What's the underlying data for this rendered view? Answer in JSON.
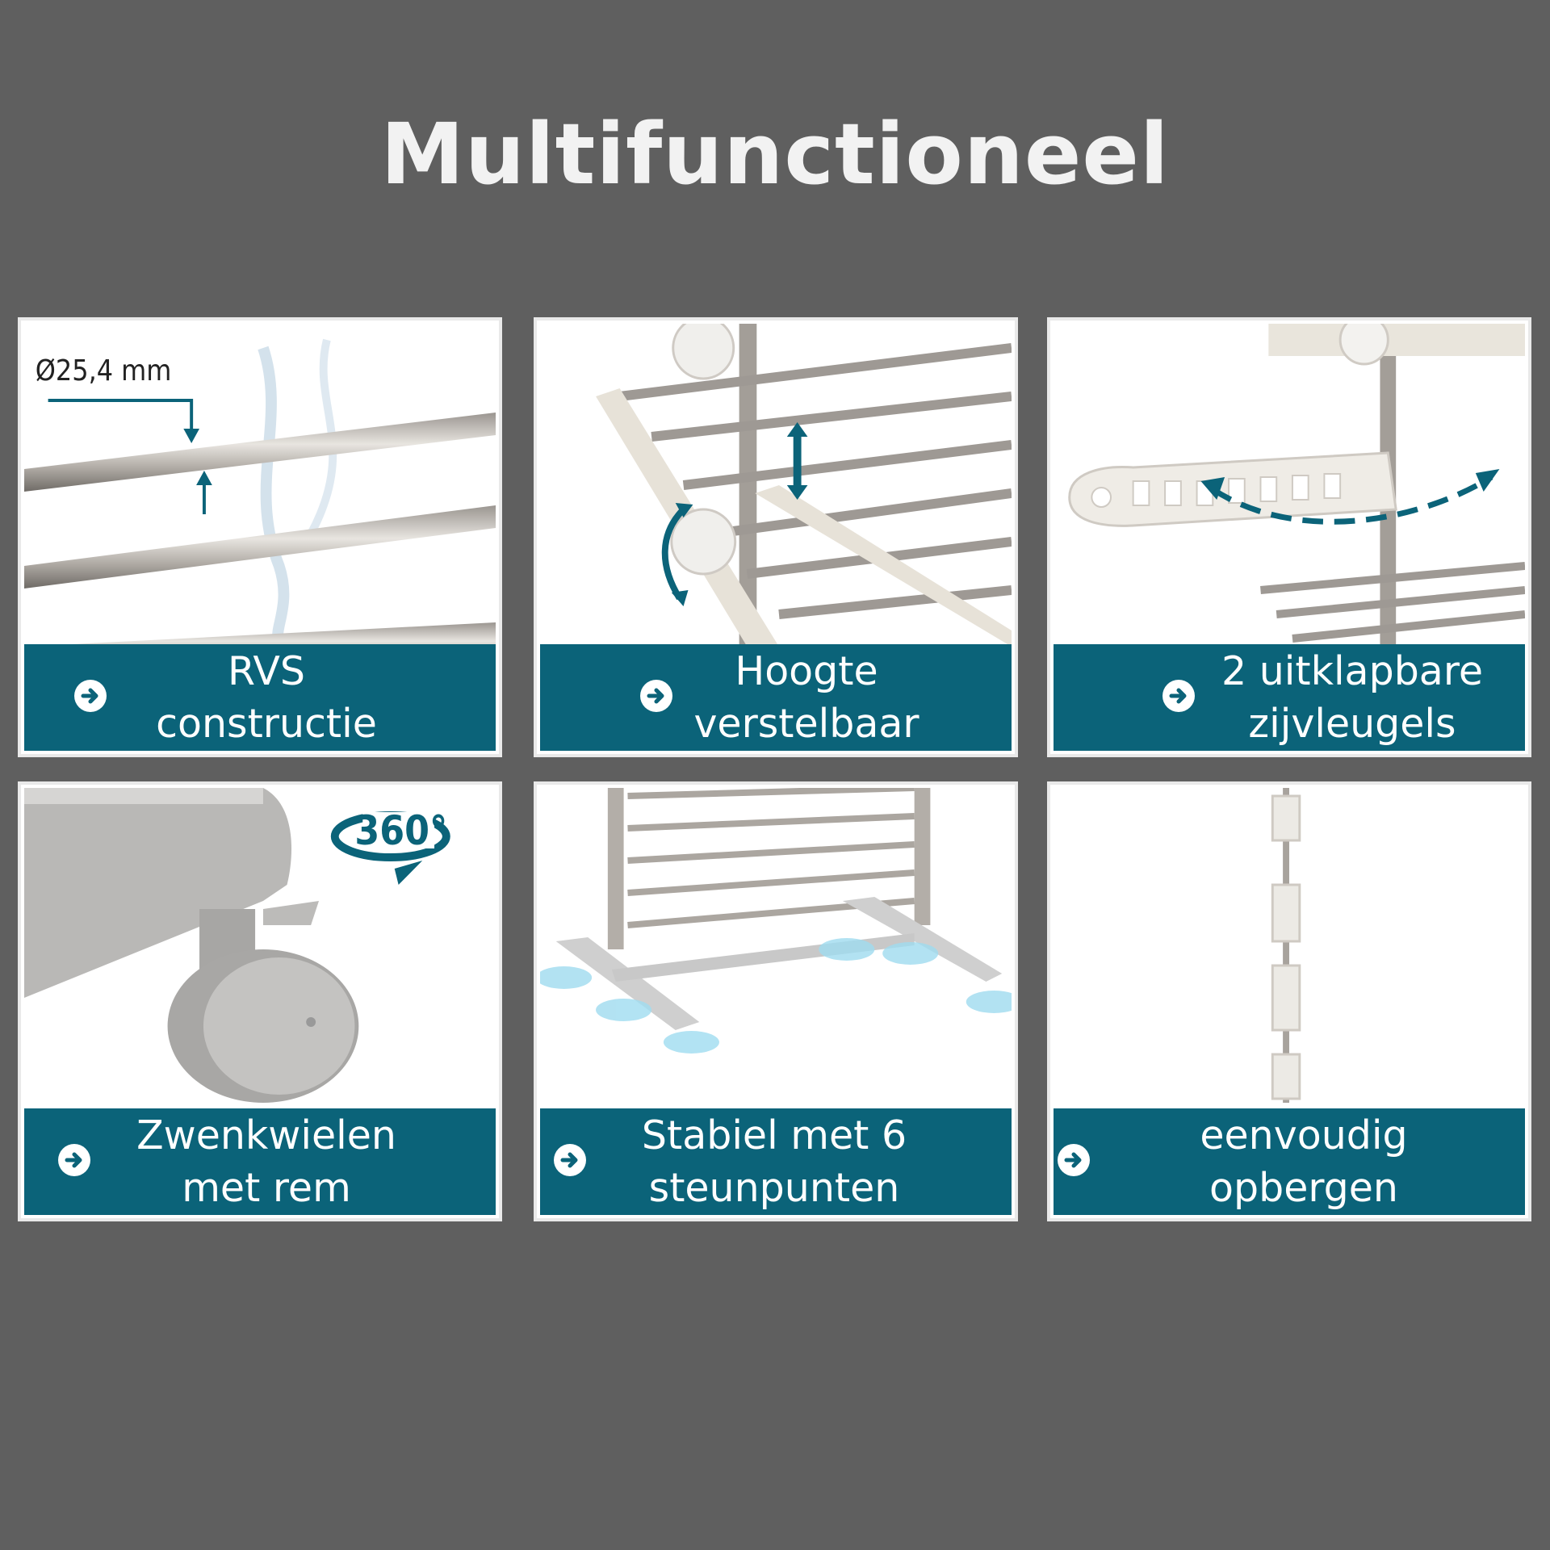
{
  "title": "Multifunctioneel",
  "accent_color": "#0b6379",
  "cards": [
    {
      "lines": [
        "RVS",
        "constructie"
      ],
      "icon": "arrow-right-circle-icon",
      "photo": "stainless-steel-rods",
      "annotation": "Ø25,4 mm"
    },
    {
      "lines": [
        "Hoogte",
        "verstelbaar"
      ],
      "icon": "arrow-right-circle-icon",
      "photo": "height-adjustment-knob"
    },
    {
      "lines": [
        "2 uitklapbare",
        "zijvleugels"
      ],
      "icon": "arrow-right-circle-icon",
      "photo": "foldable-side-wing"
    },
    {
      "lines": [
        "Zwenkwielen",
        "met rem"
      ],
      "icon": "arrow-right-circle-icon",
      "photo": "swivel-wheel",
      "annotation": "360°"
    },
    {
      "lines": [
        "Stabiel met 6",
        "steunpunten"
      ],
      "icon": "arrow-right-circle-icon",
      "photo": "stand-base-feet"
    },
    {
      "lines": [
        "eenvoudig",
        "opbergen"
      ],
      "icon": "arrow-right-circle-icon",
      "photo": "folded-rack"
    }
  ]
}
